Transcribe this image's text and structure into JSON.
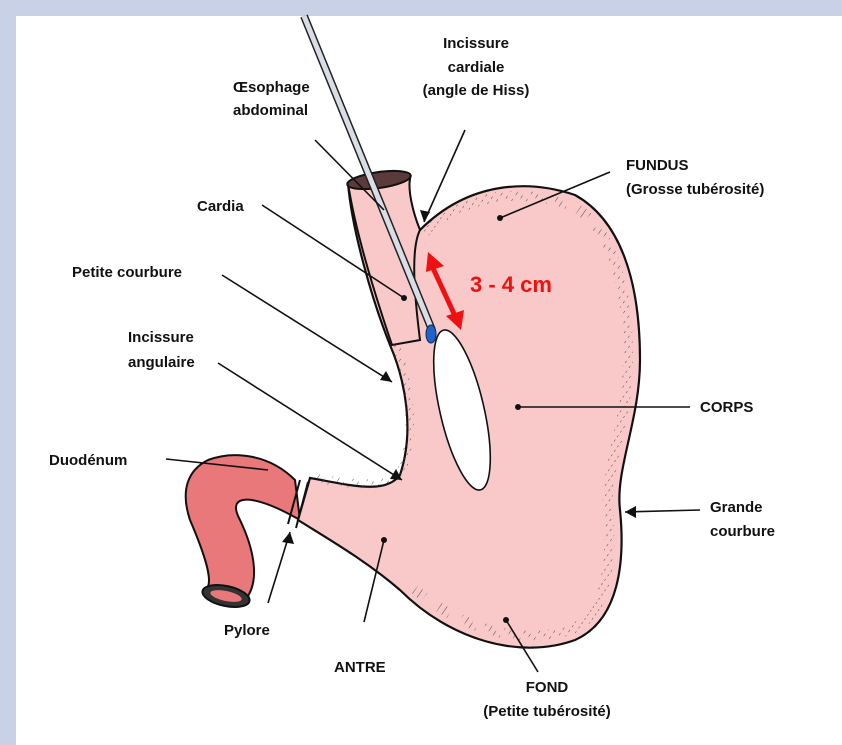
{
  "labels": {
    "oesophage_1": "Œsophage",
    "oesophage_2": "abdominal",
    "incissure_cardiale_1": "Incissure",
    "incissure_cardiale_2": "cardiale",
    "incissure_cardiale_3": "(angle de Hiss)",
    "fundus_1": "FUNDUS",
    "fundus_2": "(Grosse tubérosité)",
    "cardia": "Cardia",
    "petite_courbure": "Petite courbure",
    "incissure_angulaire_1": "Incissure",
    "incissure_angulaire_2": "angulaire",
    "corps": "CORPS",
    "duodenum": "Duodénum",
    "grande_courbure_1": "Grande",
    "grande_courbure_2": "courbure",
    "pylore": "Pylore",
    "antre": "ANTRE",
    "fond_1": "FOND",
    "fond_2": "(Petite tubérosité)"
  },
  "measurement": {
    "text": "3 - 4 cm",
    "color": "#ee1111"
  },
  "colors": {
    "frame": "#c9d1e6",
    "stomach_fill": "#f9c9c9",
    "duodenum_fill": "#e8787a",
    "balloon_marker": "#1e63c8",
    "outline": "#111111"
  }
}
